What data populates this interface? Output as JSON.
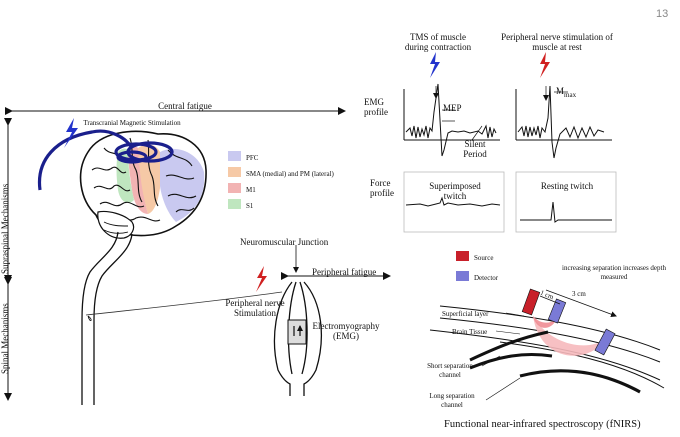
{
  "page": {
    "number": "13"
  },
  "colors": {
    "coil": "#1a1f8c",
    "pfc": "#c9c9f0",
    "sma_pm": "#f6c9a6",
    "m1": "#f2b3b3",
    "s1": "#bfe6bf",
    "lightning_blue": "#2233cc",
    "lightning_red": "#d02020",
    "source": "#c8202a",
    "detector": "#7a7ad6",
    "light_path": "#f6b9bd"
  },
  "left": {
    "central_fatigue": "Central fatigue",
    "tms_label": "Transcranial Magnetic Stimulation",
    "supraspinal": "Supraspinal Mechanisms",
    "spinal": "Spinal Mechanisms",
    "legend": [
      {
        "label": "PFC",
        "color_key": "pfc"
      },
      {
        "label": "SMA (medial) and PM (lateral)",
        "color_key": "sma_pm"
      },
      {
        "label": "M1",
        "color_key": "m1"
      },
      {
        "label": "S1",
        "color_key": "s1"
      }
    ],
    "neuromuscular_junction": "Neuromuscular Junction",
    "peripheral_fatigue": "Peripheral fatigue",
    "peripheral_nerve_stimulation": "Peripheral nerve Stimulation",
    "emg": "Electromyography (EMG)"
  },
  "right_top": {
    "tms_contraction": "TMS of muscle during contraction",
    "peripheral_rest": "Peripheral nerve stimulation of muscle at rest",
    "emg_profile": "EMG profile",
    "mep": "MEP",
    "mmax": "M",
    "mmax_sub": "max",
    "silent_period": "Silent Period",
    "force_profile": "Force profile",
    "superimposed_twitch": "Superimposed twitch",
    "resting_twitch": "Resting twitch"
  },
  "right_bottom": {
    "source": "Source",
    "detector": "Detector",
    "separation_note": "increasing separation increases depth measured",
    "one_cm": "1 cm",
    "three_cm": "3 cm",
    "superficial_layer": "Superficial layer",
    "brain_tissue": "Brain Tissue",
    "short_channel": "Short separation channel",
    "long_channel": "Long separation channel",
    "caption": "Functional near-infrared spectroscopy (fNIRS)"
  }
}
